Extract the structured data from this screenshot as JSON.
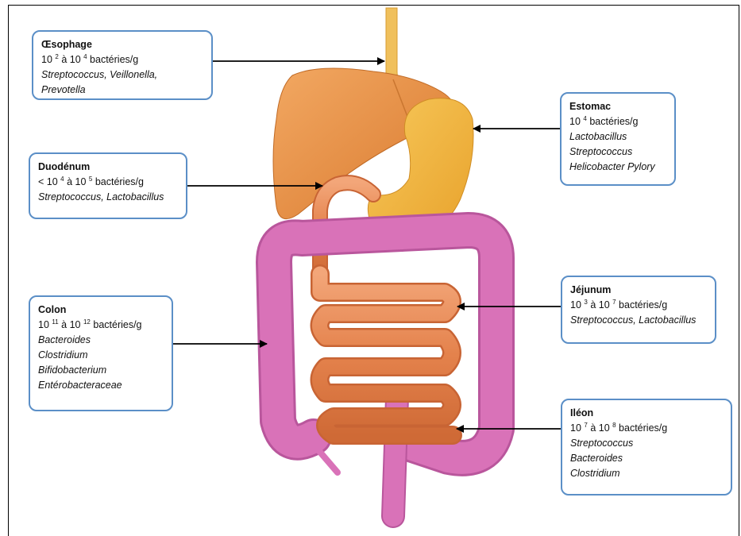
{
  "boxes": {
    "oesophage": {
      "title": "Œsophage",
      "count": {
        "pre": "10 ",
        "sup1": "2",
        "mid": " à 10 ",
        "sup2": "4",
        "post": " bactéries/g"
      },
      "species": [
        "Streptococcus, Veillonella, Prevotella"
      ]
    },
    "estomac": {
      "title": "Estomac",
      "count": {
        "pre": "10 ",
        "sup1": "4",
        "post": " bactéries/g"
      },
      "species": [
        "Lactobacillus",
        "Streptococcus",
        "Helicobacter Pylory"
      ]
    },
    "duodenum": {
      "title": "Duodénum",
      "count": {
        "pre": "< 10 ",
        "sup1": "4",
        "mid": " à 10 ",
        "sup2": "5",
        "post": " bactéries/g"
      },
      "species": [
        "Streptococcus, Lactobacillus"
      ]
    },
    "colon": {
      "title": "Colon",
      "count": {
        "pre": "10 ",
        "sup1": "11",
        "mid": " à 10 ",
        "sup2": "12",
        "post": " bactéries/g"
      },
      "species": [
        "Bacteroides",
        "Clostridium",
        "Bifidobacterium",
        "Entérobacteraceae"
      ]
    },
    "jejunum": {
      "title": "Jéjunum",
      "count": {
        "pre": "10 ",
        "sup1": "3",
        "mid": " à 10 ",
        "sup2": "7",
        "post": " bactéries/g"
      },
      "species": [
        "Streptococcus, Lactobacillus"
      ]
    },
    "ileon": {
      "title": "Iléon",
      "count": {
        "pre": "10 ",
        "sup1": "7",
        "mid": " à 10 ",
        "sup2": "8",
        "post": " bactéries/g"
      },
      "species": [
        "Streptococcus",
        "Bacteroides",
        "Clostridium"
      ]
    }
  },
  "colors": {
    "box_border": "#5b8fc7",
    "liver": "#e8934a",
    "stomach": "#f0b33c",
    "small_intestine": "#e88a55",
    "colon": "#d972b8",
    "arrow": "#000000"
  }
}
